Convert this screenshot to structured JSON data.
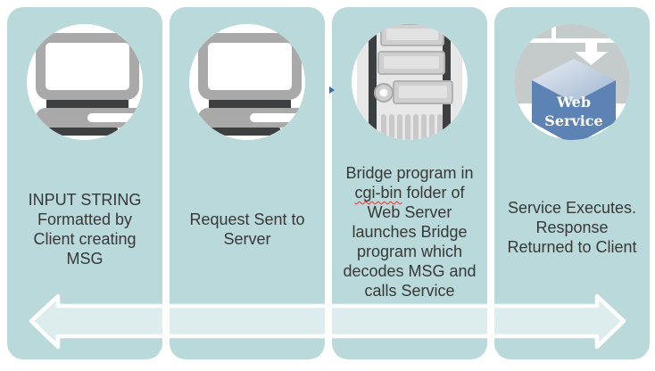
{
  "diagram": {
    "type": "process-flow",
    "arrow": {
      "shape": "double-headed-horizontal",
      "outline_color": "#ffffff"
    },
    "colors": {
      "panel": "#b9d9da",
      "caption_text": "#383838",
      "icon_circle": "#ffffff",
      "laptop_gray": "#a9a9a9",
      "laptop_dark": "#3e3f40",
      "server_body": "#e7e7e7",
      "server_dark_rail": "#3d3e3f",
      "cube_front": "#5d83b4",
      "spellcheck_underline": "#e03535"
    },
    "columns": [
      {
        "icon": "laptop-icon",
        "caption": "INPUT STRING\nFormatted by\nClient creating\nMSG"
      },
      {
        "icon": "laptop-icon",
        "caption": "Request Sent to\nServer"
      },
      {
        "icon": "server-tower-icon",
        "caption_before": "Bridge program in\n",
        "caption_spellchecked_word": "cgi-bin",
        "caption_after": " folder of\nWeb Server\nlaunches Bridge\nprogram which\ndecodes MSG and\ncalls Service"
      },
      {
        "icon": "web-service-cube-icon",
        "cube_label_line1": "Web",
        "cube_label_line2": "Service",
        "caption": "Service Executes.\nResponse\nReturned to Client"
      }
    ]
  }
}
